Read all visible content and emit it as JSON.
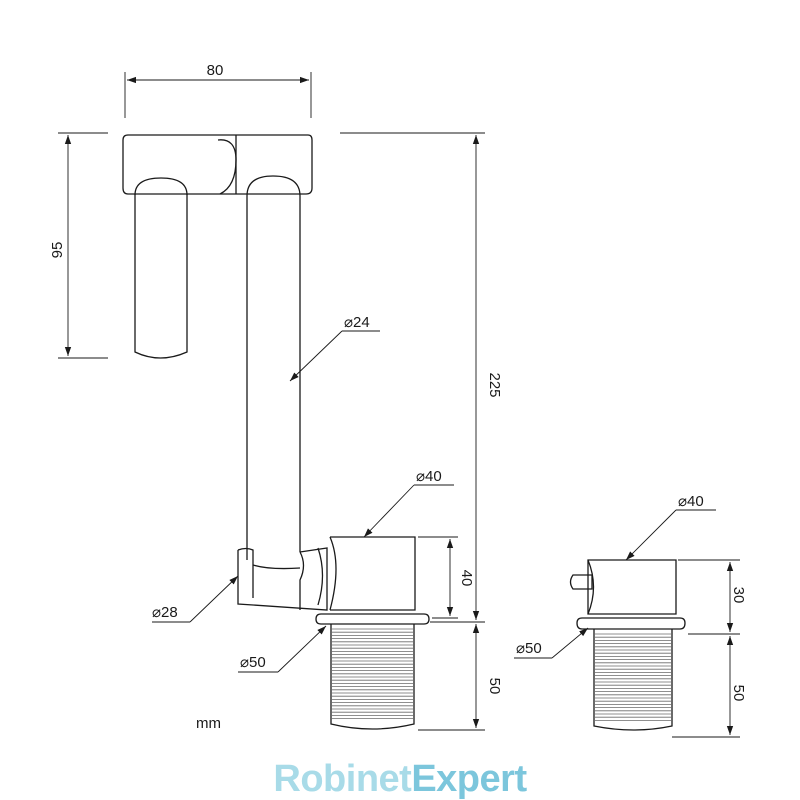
{
  "dimensions": {
    "spout_width": "80",
    "spout_drop": "95",
    "total_height": "225",
    "spout_pipe_diameter": "⌀24",
    "mixer_body_diameter": "⌀40",
    "mixer_body_height": "40",
    "elbow_diameter": "⌀28",
    "mixer_base_diameter": "⌀50",
    "mixer_thread_height": "50",
    "control_body_diameter": "⌀40",
    "control_body_height": "30",
    "control_base_diameter": "⌀50",
    "control_thread_height": "50"
  },
  "unit_label": "mm",
  "brand": {
    "part1": "Robinet",
    "part2": "Expert",
    "color1": "#a8dbe8",
    "color2": "#7cc6dc"
  }
}
